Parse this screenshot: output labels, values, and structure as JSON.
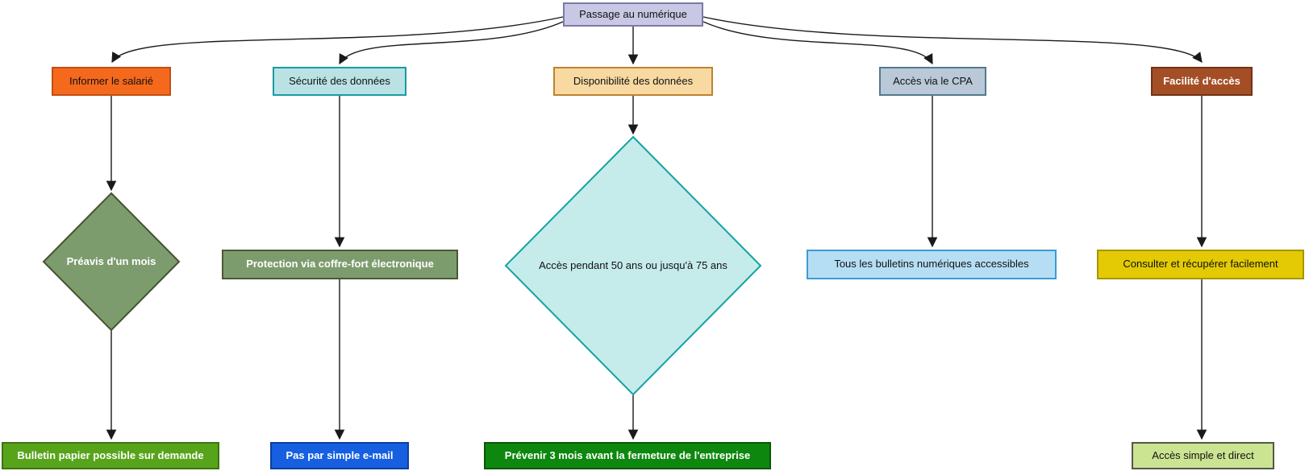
{
  "diagram": {
    "title": "Passage au numérique",
    "background": "#ffffff",
    "edge_color": "#1a1a1a",
    "nodes": {
      "root": {
        "label": "Passage au numérique",
        "shape": "rect",
        "fill": "#c9c8e4",
        "border": "#7b7aa8",
        "text_color": "#111111"
      },
      "informer": {
        "label": "Informer le salarié",
        "shape": "rect",
        "fill": "#f5691d",
        "border": "#c14e12",
        "text_color": "#111111"
      },
      "securite": {
        "label": "Sécurité des données",
        "shape": "rect",
        "fill": "#bae2e4",
        "border": "#189ca4",
        "text_color": "#111111"
      },
      "disponibilite": {
        "label": "Disponibilité des données",
        "shape": "rect",
        "fill": "#f8d9a2",
        "border": "#be8230",
        "text_color": "#111111"
      },
      "cpa": {
        "label": "Accès via le CPA",
        "shape": "rect",
        "fill": "#b9c9d7",
        "border": "#54788e",
        "text_color": "#111111"
      },
      "facilite": {
        "label": "Facilité d'accès",
        "shape": "rect",
        "fill": "#a44e26",
        "border": "#703318",
        "text_color": "#ffffff"
      },
      "preavis": {
        "label": "Préavis d'un mois",
        "shape": "diamond",
        "fill": "#7d9c6e",
        "border": "#46522f",
        "text_color": "#ffffff"
      },
      "coffre_fort": {
        "label": "Protection via coffre-fort électronique",
        "shape": "rect",
        "fill": "#7d9c6e",
        "border": "#4a5835",
        "text_color": "#ffffff"
      },
      "acces_50_ans": {
        "label": "Accès pendant 50 ans ou jusqu'à 75 ans",
        "shape": "diamond",
        "fill": "#c5ebeb",
        "border": "#17a2a2",
        "text_color": "#111111"
      },
      "bulletins_accessibles": {
        "label": "Tous les bulletins numériques accessibles",
        "shape": "rect",
        "fill": "#b5def4",
        "border": "#3d9bd1",
        "text_color": "#111111"
      },
      "consulter": {
        "label": "Consulter et récupérer facilement",
        "shape": "rect",
        "fill": "#e3ca04",
        "border": "#a89400",
        "text_color": "#111111"
      },
      "bulletin_papier": {
        "label": "Bulletin papier possible sur demande",
        "shape": "rect",
        "fill": "#57a41b",
        "border": "#3c7410",
        "text_color": "#ffffff"
      },
      "pas_email": {
        "label": "Pas par simple e-mail",
        "shape": "rect",
        "fill": "#155fe0",
        "border": "#0c3fa0",
        "text_color": "#ffffff"
      },
      "prevenir_3_mois": {
        "label": "Prévenir 3 mois avant la fermeture de l'entreprise",
        "shape": "rect",
        "fill": "#0e870e",
        "border": "#0a560a",
        "text_color": "#ffffff"
      },
      "acces_simple": {
        "label": "Accès simple et direct",
        "shape": "rect",
        "fill": "#cbe492",
        "border": "#55554d",
        "text_color": "#111111"
      }
    },
    "edges": [
      {
        "from": "root",
        "to": "informer"
      },
      {
        "from": "root",
        "to": "securite"
      },
      {
        "from": "root",
        "to": "disponibilite"
      },
      {
        "from": "root",
        "to": "cpa"
      },
      {
        "from": "root",
        "to": "facilite"
      },
      {
        "from": "informer",
        "to": "preavis"
      },
      {
        "from": "preavis",
        "to": "bulletin_papier"
      },
      {
        "from": "securite",
        "to": "coffre_fort"
      },
      {
        "from": "coffre_fort",
        "to": "pas_email"
      },
      {
        "from": "disponibilite",
        "to": "acces_50_ans"
      },
      {
        "from": "acces_50_ans",
        "to": "prevenir_3_mois"
      },
      {
        "from": "cpa",
        "to": "bulletins_accessibles"
      },
      {
        "from": "facilite",
        "to": "consulter"
      },
      {
        "from": "consulter",
        "to": "acces_simple"
      }
    ]
  }
}
